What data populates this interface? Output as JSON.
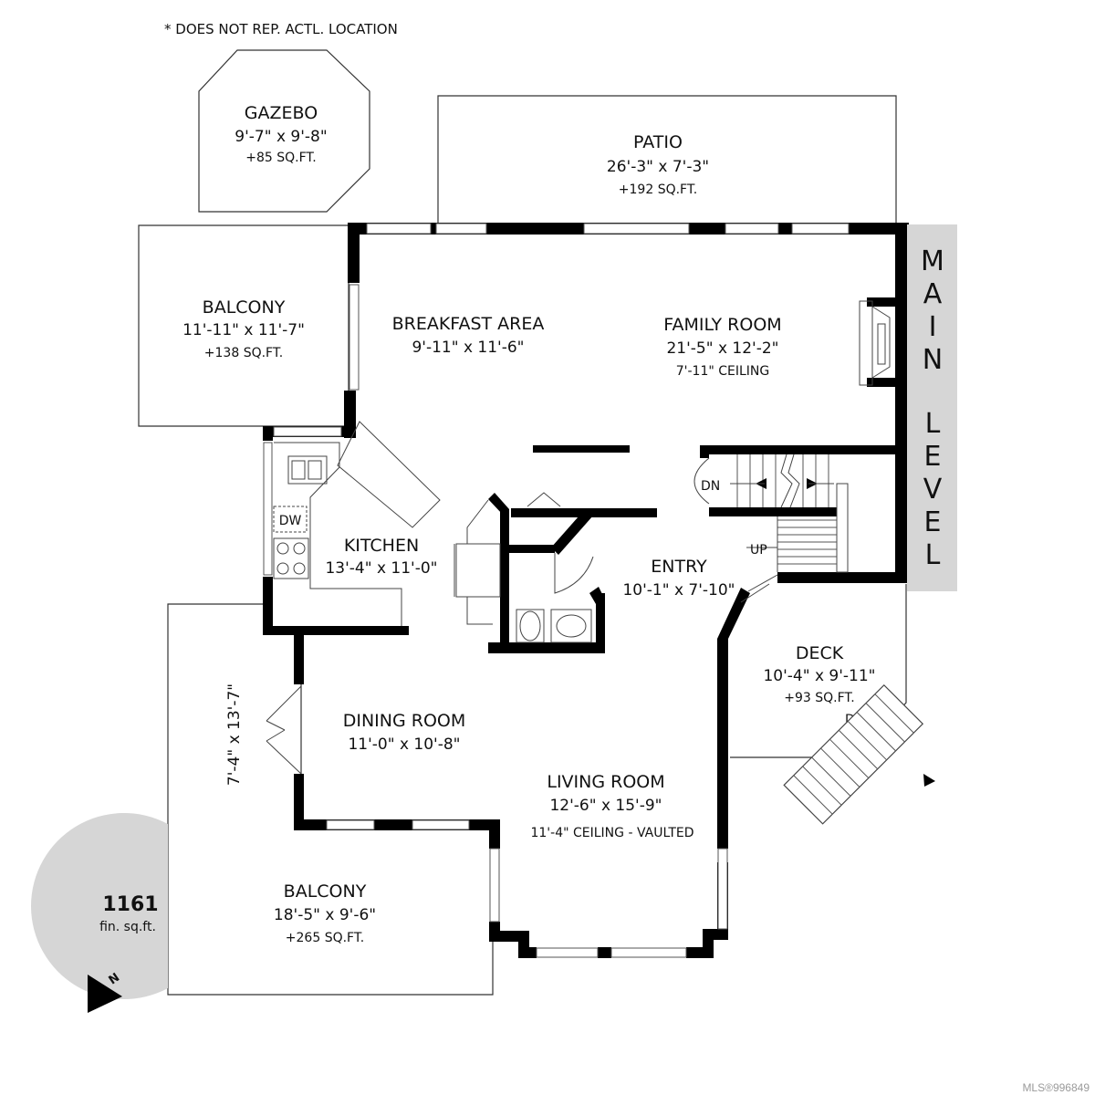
{
  "disclaimer": "* DOES NOT REP. ACTL. LOCATION",
  "level_letters": [
    "M",
    "A",
    "I",
    "N",
    "L",
    "E",
    "V",
    "E",
    "L"
  ],
  "finished_area": {
    "value": "1161",
    "unit": "fin. sq.ft."
  },
  "north_label": "N",
  "mls_number": "MLS®996849",
  "rooms": {
    "gazebo": {
      "name": "GAZEBO",
      "dims": "9'-7\" x 9'-8\"",
      "sqft": "+85 SQ.FT."
    },
    "patio": {
      "name": "PATIO",
      "dims": "26'-3\" x 7'-3\"",
      "sqft": "+192 SQ.FT."
    },
    "balcony_top": {
      "name": "BALCONY",
      "dims": "11'-11\" x 11'-7\"",
      "sqft": "+138 SQ.FT."
    },
    "breakfast": {
      "name": "BREAKFAST AREA",
      "dims": "9'-11\" x 11'-6\""
    },
    "family": {
      "name": "FAMILY ROOM",
      "dims": "21'-5\" x 12'-2\"",
      "note": "7'-11\" CEILING"
    },
    "kitchen": {
      "name": "KITCHEN",
      "dims": "13'-4\" x 11'-0\""
    },
    "entry": {
      "name": "ENTRY",
      "dims": "10'-1\" x 7'-10\""
    },
    "deck": {
      "name": "DECK",
      "dims": "10'-4\" x 9'-11\"",
      "sqft": "+93 SQ.FT."
    },
    "dining": {
      "name": "DINING ROOM",
      "dims": "11'-0\" x 10'-8\""
    },
    "living": {
      "name": "LIVING ROOM",
      "dims": "12'-6\" x 15'-9\"",
      "note": "11'-4\" CEILING - VAULTED"
    },
    "balcony_bottom": {
      "name": "BALCONY",
      "dims": "18'-5\" x 9'-6\"",
      "sqft": "+265 SQ.FT.",
      "side_dims": "7'-4\" x 13'-7\""
    }
  },
  "stair_labels": {
    "dn_main": "DN",
    "up_main": "UP",
    "dn_deck": "DN"
  },
  "appliance_labels": {
    "dishwasher": "DW"
  }
}
